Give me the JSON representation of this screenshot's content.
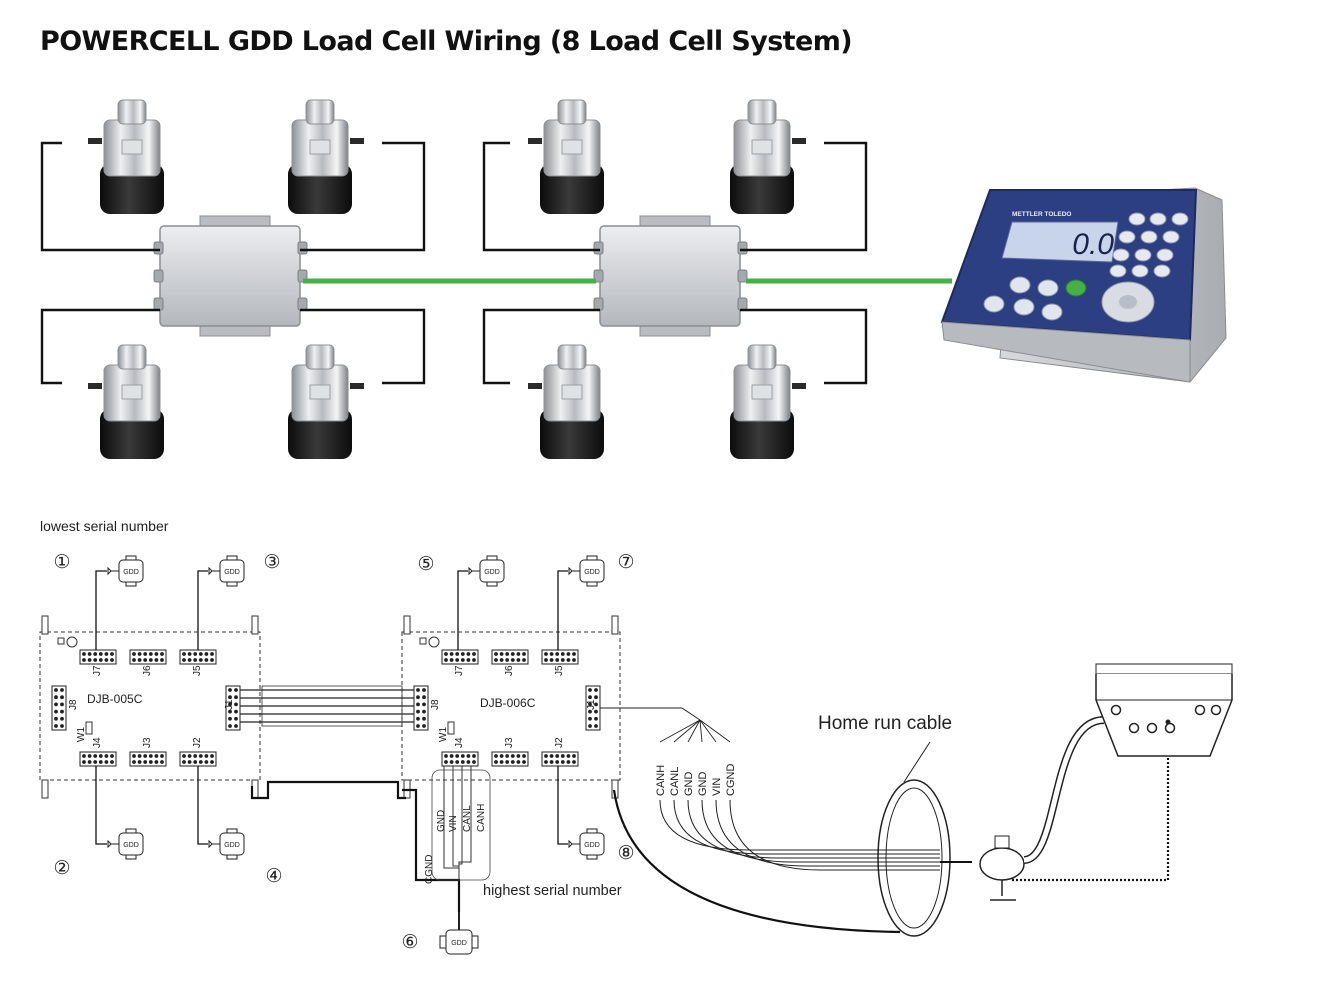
{
  "title": "POWERCELL GDD Load Cell Wiring (8 Load Cell System)",
  "colors": {
    "link_green": "#44b045",
    "terminal_blue": "#2c3f82",
    "terminal_screen": "#c8d4ea",
    "steel": "#c9cdd2",
    "rubber_base": "#1c1c1c",
    "wire": "#111111"
  },
  "terminal_brand": "METTLER TOLEDO",
  "terminal_display": "0.0",
  "wiring": {
    "lowest_serial": "lowest serial number",
    "highest_serial": "highest serial number",
    "home_run_cable": "Home run cable",
    "gdd": "GDD",
    "box_left": {
      "name": "DJB-005C",
      "jacks": [
        "J7",
        "J6",
        "J5",
        "J8",
        "J1",
        "W1",
        "J4",
        "J3",
        "J2"
      ]
    },
    "box_right": {
      "name": "DJB-006C",
      "jacks": [
        "J7",
        "J6",
        "J5",
        "J8",
        "J1",
        "W1",
        "J4",
        "J3",
        "J2"
      ]
    },
    "cell_numbers": [
      "①",
      "②",
      "③",
      "④",
      "⑤",
      "⑥",
      "⑦",
      "⑧"
    ],
    "signals_lower": [
      "CGND",
      "GND",
      "VIN",
      "CANL",
      "CANH"
    ],
    "signals_home": [
      "CANH",
      "CANL",
      "GND",
      "GND",
      "VIN",
      "CGND"
    ]
  }
}
